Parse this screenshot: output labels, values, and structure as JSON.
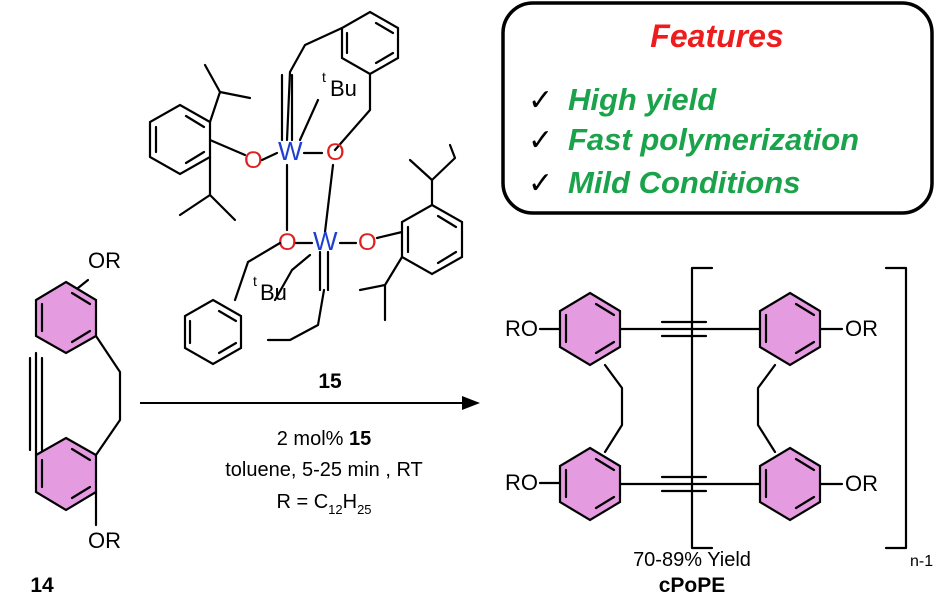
{
  "features": {
    "title": "Features",
    "check_icon": "checkmark-icon",
    "items": [
      "High yield",
      "Fast polymerization",
      "Mild Conditions"
    ],
    "colors": {
      "title": "#ee1c1c",
      "items": "#1aa34a"
    }
  },
  "catalyst": {
    "label": "15",
    "tbu_prefix": "t",
    "tbu_suffix": "Bu",
    "atom_O": "O",
    "atom_W": "W",
    "colors": {
      "O": "#e02020",
      "W": "#1f3fd0"
    }
  },
  "monomer": {
    "label": "14",
    "sub_top": "OR",
    "sub_bottom": "OR"
  },
  "conditions": {
    "line1_prefix": "2 mol% ",
    "line1_bold": "15",
    "line2": "toluene, 5-25 min , RT",
    "line3_prefix": "R = C",
    "line3_sub1": "12",
    "line3_mid": "H",
    "line3_sub2": "25"
  },
  "product": {
    "sub_left_top": "RO",
    "sub_left_bottom": "RO",
    "sub_right_top": "OR",
    "sub_right_bottom": "OR",
    "repeat": "n-1",
    "yield": "70-89% Yield",
    "label": "cPoPE"
  },
  "ring_fill": "#e59be0"
}
